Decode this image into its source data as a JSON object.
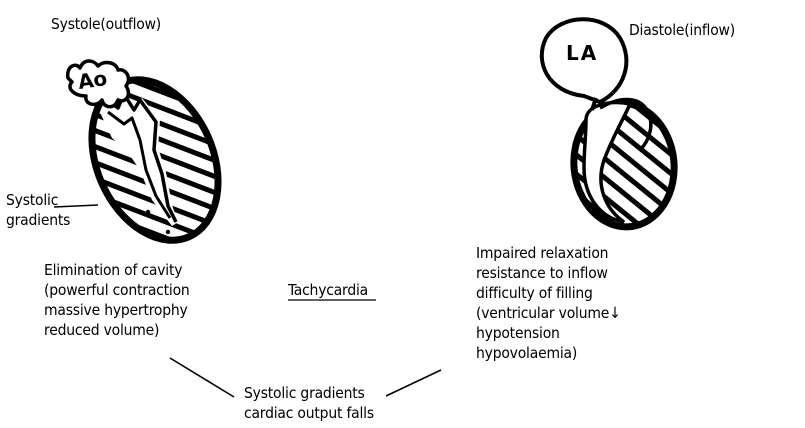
{
  "left_panel": {
    "heading": "Systole(outflow)",
    "chamber_label": "Ao",
    "gradient_label": [
      "Systolic",
      "gradients"
    ],
    "notes": [
      "Elimination of cavity",
      "(powerful contraction",
      "massive hypertrophy",
      "reduced volume)"
    ]
  },
  "right_panel": {
    "heading": "Diastole(inflow)",
    "chamber_label": "LA",
    "notes": [
      "Impaired relaxation",
      "resistance to inflow",
      "difficulty of filling",
      "(ventricular volume↓",
      "hypotension",
      "hypovolaemia)"
    ]
  },
  "center": {
    "label": "Tachycardia"
  },
  "outcome": [
    "Systolic gradients",
    "cardiac output falls"
  ]
}
